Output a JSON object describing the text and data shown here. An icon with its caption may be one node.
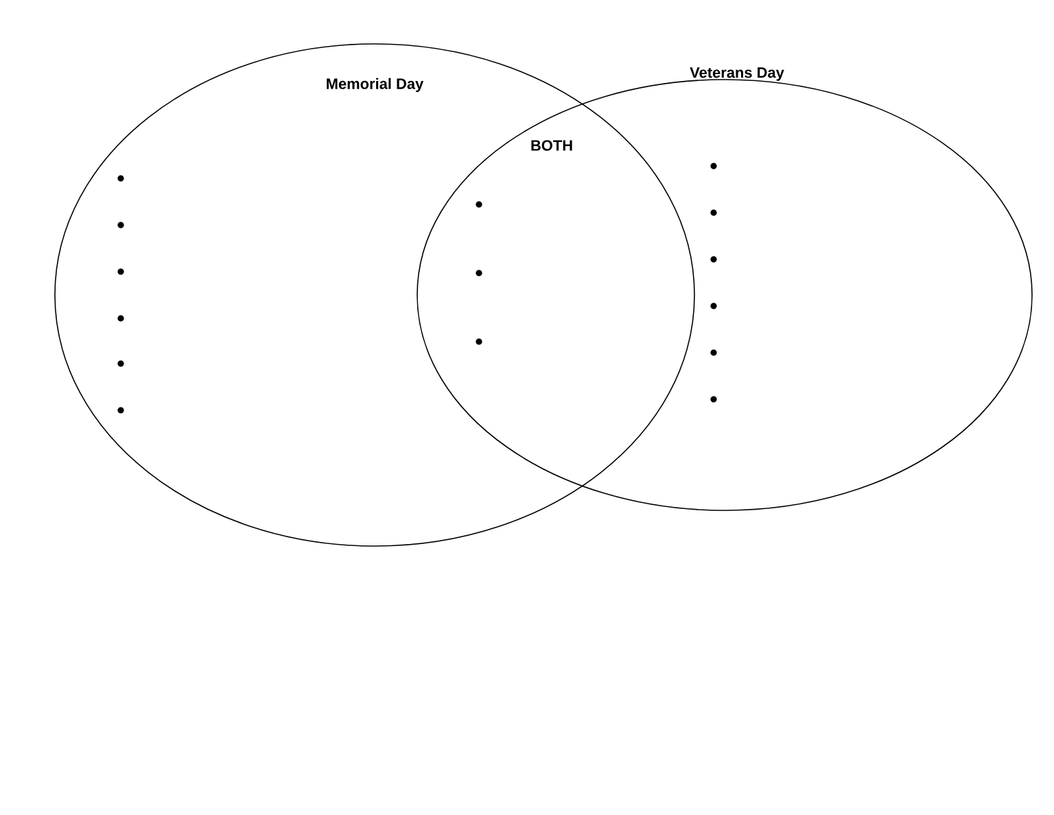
{
  "diagram": {
    "nodes": [
      {
        "text": [
          "Memorial Day"
        ]
      },
      {
        "text": [
          "Veterans Day"
        ]
      }
    ],
    "labels": [
      "BOTH"
    ]
  }
}
